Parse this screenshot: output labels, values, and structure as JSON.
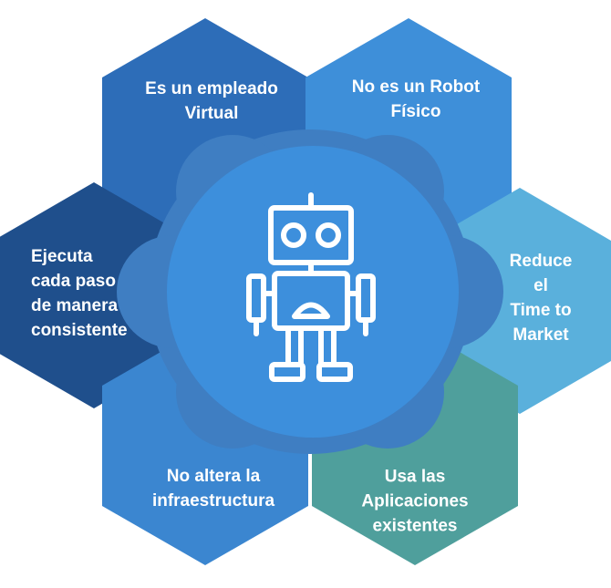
{
  "colors": {
    "background": "#ffffff",
    "hex_top_left": "#2d6db8",
    "hex_top_right": "#3e8fd9",
    "hex_left": "#1f4f8c",
    "hex_right": "#5ab0dc",
    "hex_bottom_left": "#3b86d0",
    "hex_bottom_right": "#4f9f9c",
    "flower": "#3f7ec2",
    "flower_shadow": "#27558e",
    "center_circle": "#3d8fdc",
    "robot_line": "#ffffff"
  },
  "center": {
    "icon": "robot-icon"
  },
  "segments": [
    {
      "id": "top-left",
      "text": "Es un empleado\nVirtual"
    },
    {
      "id": "top-right",
      "text": "No es un Robot\nFísico"
    },
    {
      "id": "left",
      "text": "Ejecuta\ncada paso\nde manera\nconsistente"
    },
    {
      "id": "right",
      "text": "Reduce el\nTime to\nMarket"
    },
    {
      "id": "bottom-left",
      "text": "No altera la\ninfraestructura"
    },
    {
      "id": "bottom-right",
      "text": "Usa las\nAplicaciones\nexistentes"
    }
  ]
}
